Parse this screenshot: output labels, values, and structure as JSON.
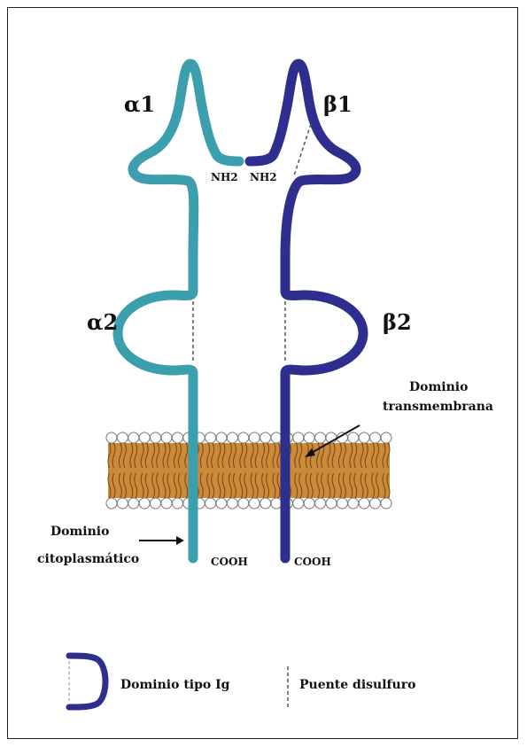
{
  "labels": {
    "alpha1": "α1",
    "beta1": "β1",
    "alpha2": "α2",
    "beta2": "β2",
    "nh2_left": "NH2",
    "nh2_right": "NH2",
    "cooh_left": "COOH",
    "cooh_right": "COOH",
    "transmembrane_line1": "Dominio",
    "transmembrane_line2": "transmembrana",
    "cytoplasmic_line1": "Dominio",
    "cytoplasmic_line2": "citoplasmático"
  },
  "legend": {
    "ig_domain": "Dominio tipo Ig",
    "disulfide": "Puente disulfuro"
  },
  "colors": {
    "alpha_chain": "#3b9fae",
    "beta_chain": "#2e2e8f",
    "membrane_tail": "#b5762a",
    "membrane_head_fill": "#ffffff",
    "membrane_head_stroke": "#777777"
  }
}
